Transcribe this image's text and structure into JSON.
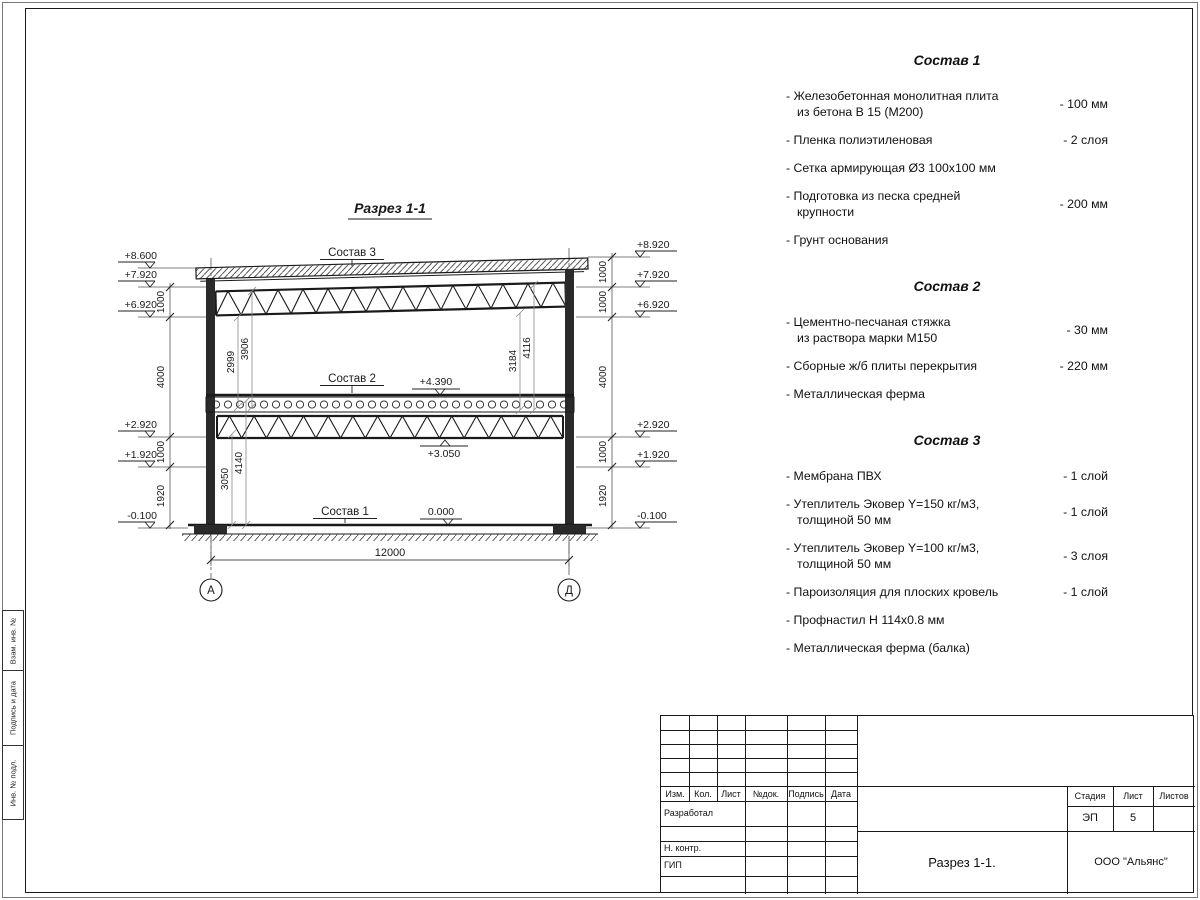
{
  "drawing": {
    "title": "Разрез 1-1",
    "span": "12000",
    "axis_left": "А",
    "axis_right": "Д",
    "labels": {
      "sostav1": "Состав 1",
      "sostav2": "Состав 2",
      "sostav3": "Состав 3",
      "lvl_top": "+4.390",
      "lvl_truss": "+3.050",
      "lvl_zero": "0.000"
    },
    "elev_left": [
      "+8.600",
      "+7.920",
      "+6.920",
      "+2.920",
      "+1.920",
      "-0.100"
    ],
    "elev_right": [
      "+8.920",
      "+7.920",
      "+6.920",
      "+2.920",
      "+1.920",
      "-0.100"
    ],
    "dims_left": [
      "1000",
      "4000",
      "1000",
      "1920"
    ],
    "dims_right": [
      "1000",
      "1000",
      "4000",
      "1000",
      "1920"
    ],
    "dims_inner": [
      "2999",
      "3906",
      "4116",
      "3184",
      "3050",
      "4140"
    ]
  },
  "compositions": [
    {
      "title": "Состав 1",
      "items": [
        {
          "text": "- Железобетонная  монолитная плита\nиз бетона В 15 (М200)",
          "value": "- 100 мм"
        },
        {
          "text": "- Пленка полиэтиленовая",
          "value": "- 2 слоя"
        },
        {
          "text": "- Сетка армирующая Ø3 100х100 мм",
          "value": ""
        },
        {
          "text": "- Подготовка из песка средней\nкрупности",
          "value": "- 200 мм"
        },
        {
          "text": "- Грунт основания",
          "value": ""
        }
      ]
    },
    {
      "title": "Состав 2",
      "items": [
        {
          "text": "- Цементно-песчаная стяжка\nиз раствора марки М150",
          "value": "- 30 мм"
        },
        {
          "text": "- Сборные ж/б плиты перекрытия",
          "value": "- 220 мм"
        },
        {
          "text": "- Металлическая ферма",
          "value": ""
        }
      ]
    },
    {
      "title": "Состав 3",
      "items": [
        {
          "text": "- Мембрана ПВХ",
          "value": "- 1 слой"
        },
        {
          "text": "- Утеплитель Эковер Y=150 кг/м3,\nтолщиной 50 мм",
          "value": "- 1 слой"
        },
        {
          "text": "- Утеплитель Эковер Y=100 кг/м3,\nтолщиной 50 мм",
          "value": "- 3 слоя"
        },
        {
          "text": "- Пароизоляция для плоских кровель",
          "value": "- 1 слой"
        },
        {
          "text": "- Профнастил Н 114х0.8 мм",
          "value": ""
        },
        {
          "text": "- Металлическая ферма (балка)",
          "value": ""
        }
      ]
    }
  ],
  "titleblock": {
    "header_cols": [
      "Изм.",
      "Кол.",
      "Лист",
      "№док.",
      "Подпись",
      "Дата"
    ],
    "row_labels": [
      "Разработал",
      "Н. контр.",
      "ГИП"
    ],
    "stage_label": "Стадия",
    "sheet_label": "Лист",
    "sheets_label": "Листов",
    "stage": "ЭП",
    "sheet_num": "5",
    "doc_name": "Разрез  1-1.",
    "company": "ООО \"Альянс\""
  },
  "side_stamp": [
    "Взам. инв. №",
    "Подпись и дата",
    "Инв. № подл."
  ]
}
